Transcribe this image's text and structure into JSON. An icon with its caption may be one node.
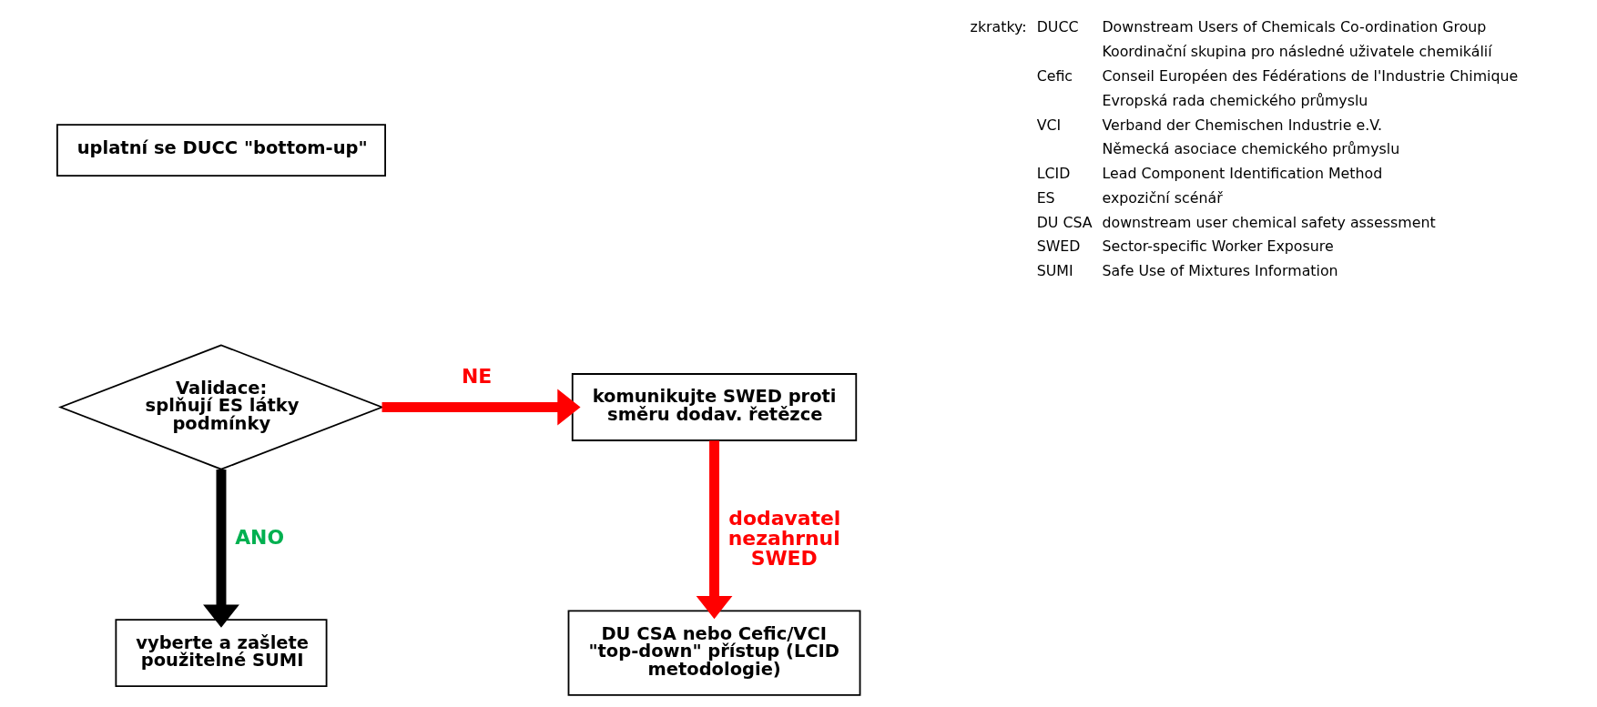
{
  "diagram": {
    "nodes": [
      {
        "text": [
          "uplatní se DUCC \"bottom-up\""
        ]
      },
      {
        "text": [
          "Validace: splňují ES látky podmínky"
        ]
      },
      {
        "text": [
          "komunikujte SWED proti směru dodav. řetězce"
        ]
      },
      {
        "text": [
          "vyberte a zašlete použitelné SUMI"
        ]
      },
      {
        "text": [
          "DU CSA nebo Cefic/VCI \"top-down\" přístup (LCID metodologie)"
        ]
      }
    ],
    "edges": [
      {
        "from": 1,
        "to": 2,
        "arrow": "to",
        "label": "NE"
      },
      {
        "from": 1,
        "to": 3,
        "arrow": "to",
        "label": "ANO",
        "color": "#000000"
      },
      {
        "from": 2,
        "to": 4,
        "arrow": "to",
        "label": "dodavatel nezahrnul SWED"
      }
    ],
    "labels": [
      "zkratky:",
      "DUCC",
      "Downstream Users of Chemicals Co-ordination Group",
      "Koordinační skupina pro následné uživatele chemikálií",
      "Cefic",
      "Conseil Européen des Fédérations de l'Industrie Chimique",
      "Evropská rada chemického průmyslu",
      "VCI",
      "Verband der Chemischen Industrie e.V.",
      "Německá asociace chemického průmyslu",
      "LCID",
      "Lead Component Identification Method",
      "ES",
      "expoziční scénář",
      "DU CSA",
      "downstream user chemical safety assessment",
      "SWED",
      "Sector-specific Worker Exposure",
      "SUMI",
      "Safe Use of Mixtures Information"
    ]
  }
}
